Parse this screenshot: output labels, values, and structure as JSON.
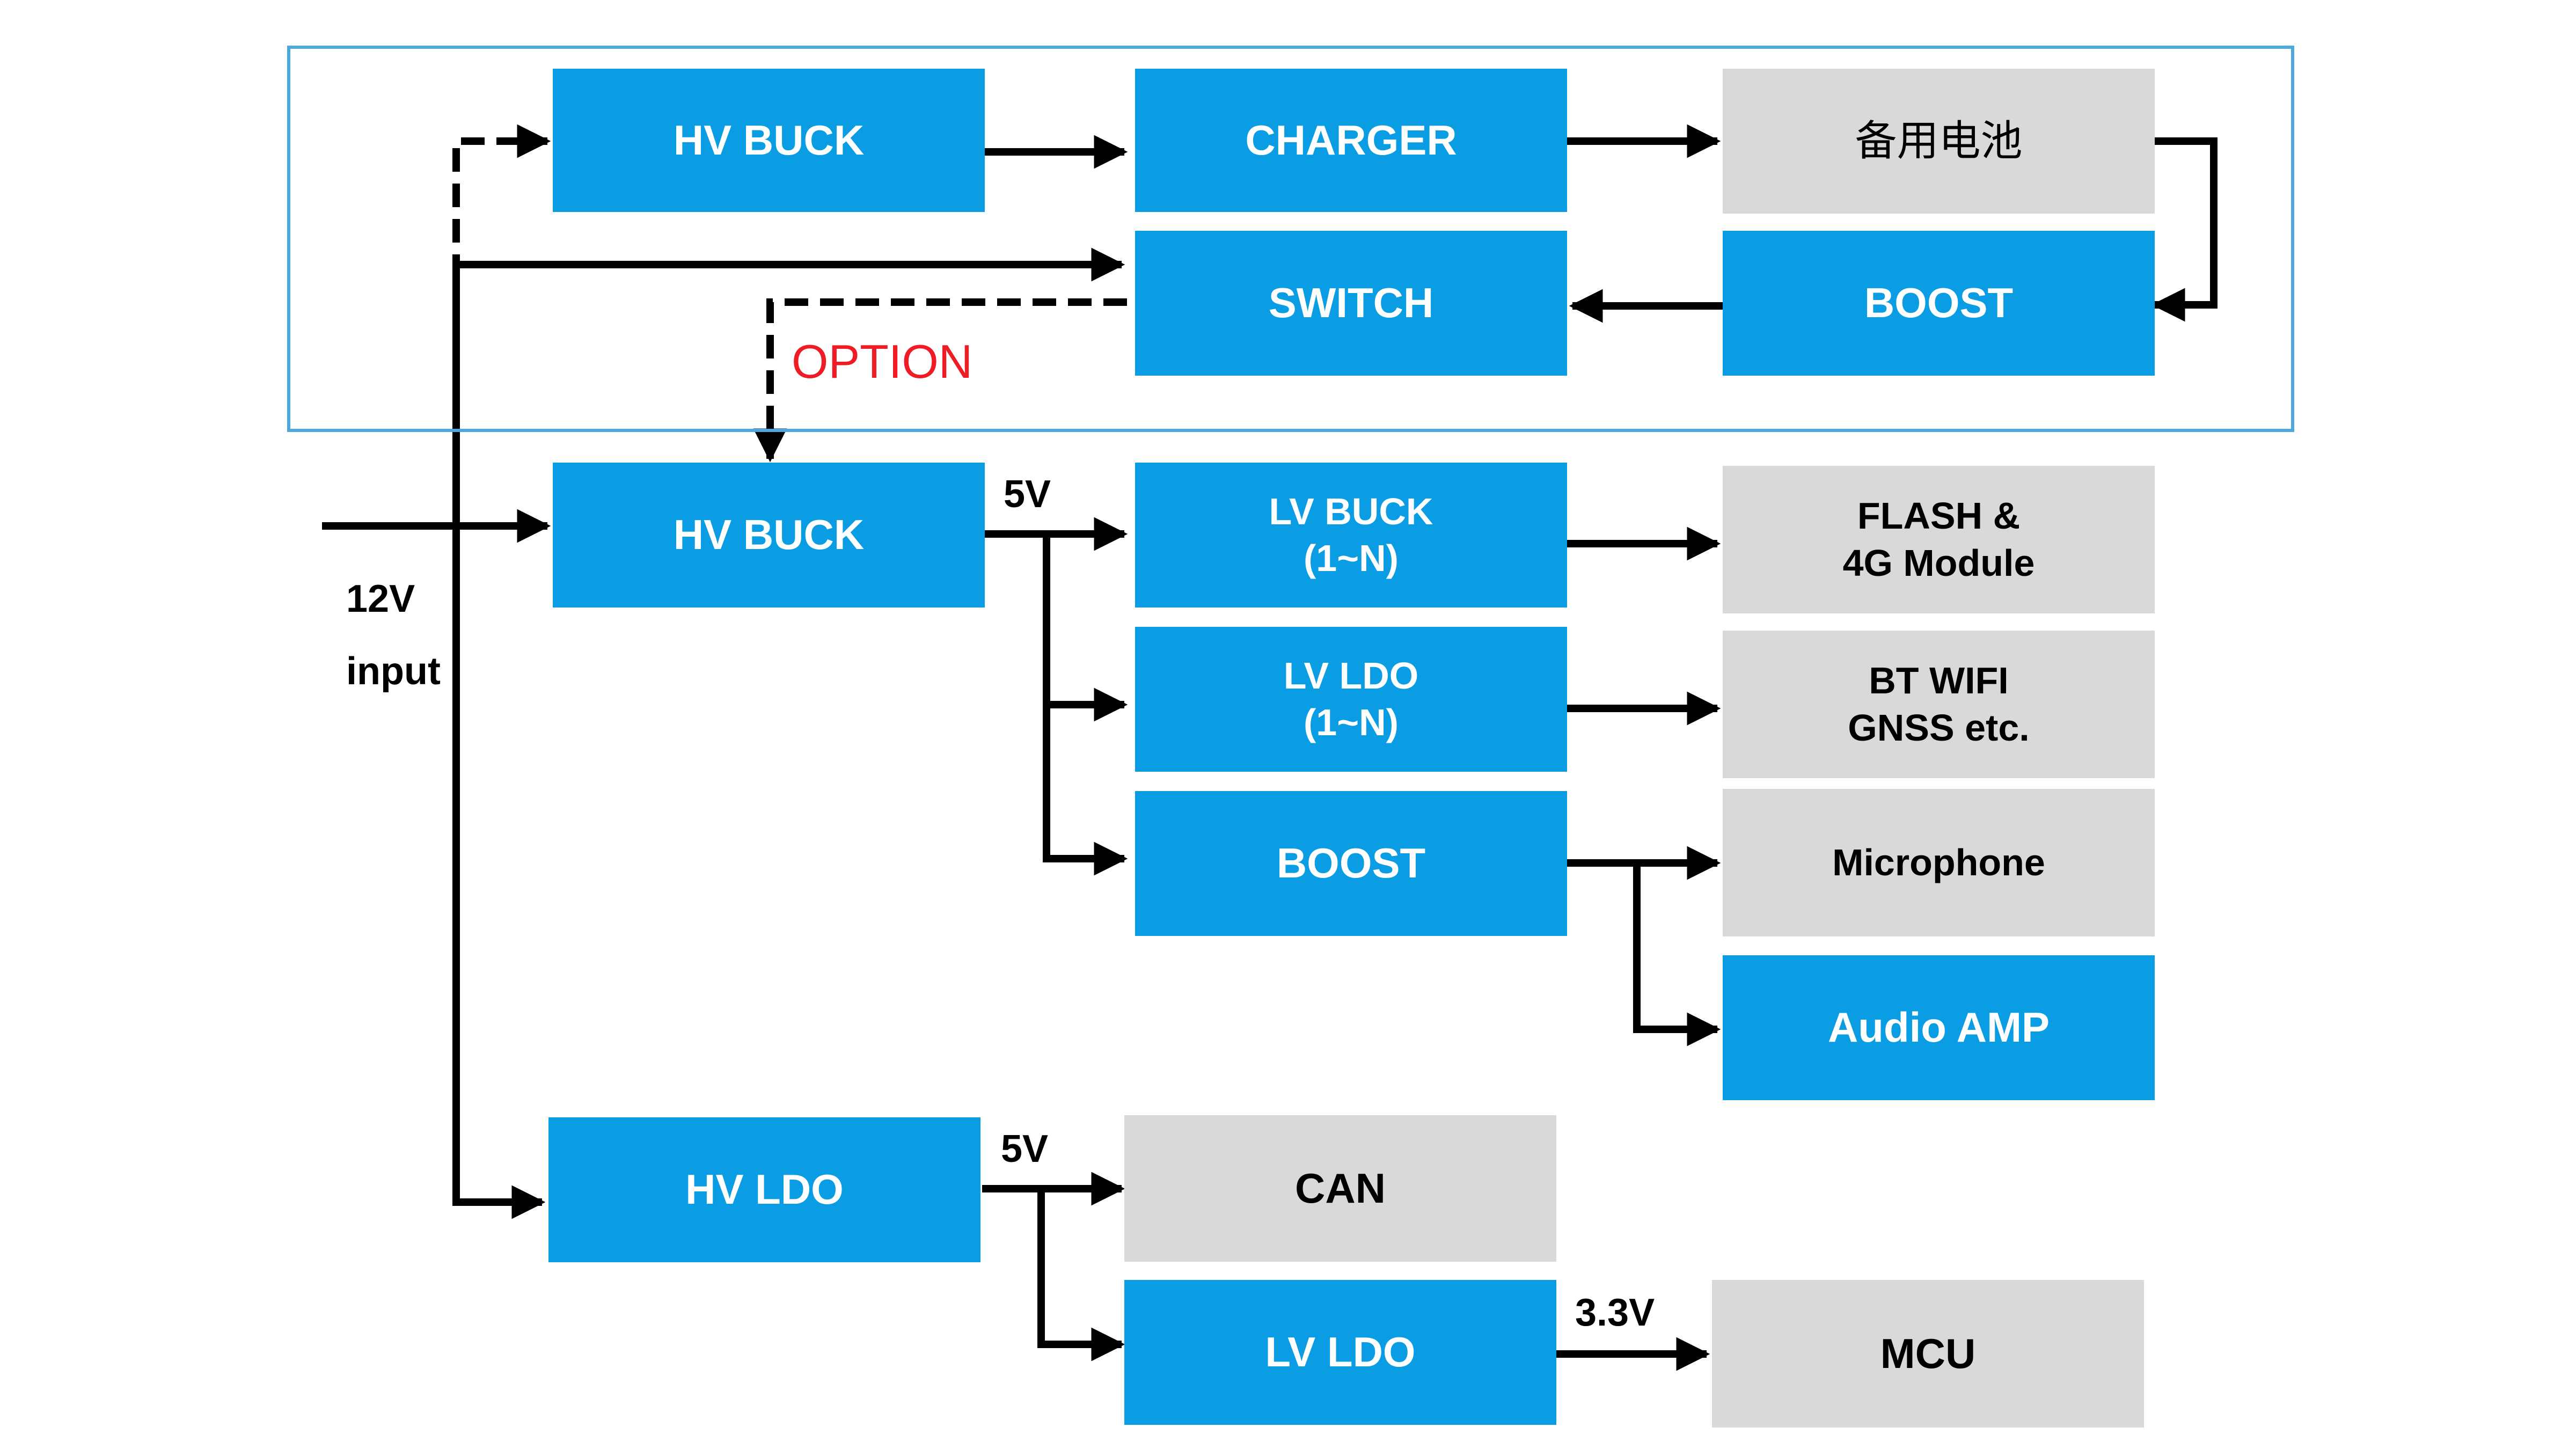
{
  "backup_group": {
    "hv_buck": "HV BUCK",
    "charger": "CHARGER",
    "battery": "备用电池",
    "switch": "SWITCH",
    "boost": "BOOST",
    "option_label": "OPTION"
  },
  "main_path": {
    "input_voltage": "12V",
    "input_word": "input",
    "hv_buck": "HV BUCK",
    "hv_buck_out": "5V",
    "lv_buck": [
      "LV BUCK",
      "(1~N)"
    ],
    "lv_ldo": [
      "LV LDO",
      "(1~N)"
    ],
    "boost": "BOOST",
    "flash_4g": [
      "FLASH &",
      "4G Module"
    ],
    "bt_wifi": [
      "BT WIFI",
      "GNSS etc."
    ],
    "microphone": "Microphone",
    "audio_amp": "Audio AMP"
  },
  "ldo_path": {
    "hv_ldo": "HV LDO",
    "hv_ldo_out": "5V",
    "can": "CAN",
    "lv_ldo": "LV LDO",
    "lv_ldo_out": "3.3V",
    "mcu": "MCU"
  },
  "colors": {
    "block_blue": "#0b9de3",
    "block_grey": "#d9d9d9",
    "frame": "#4aa8dd",
    "option_red": "#ee1c25",
    "line": "#000000"
  }
}
